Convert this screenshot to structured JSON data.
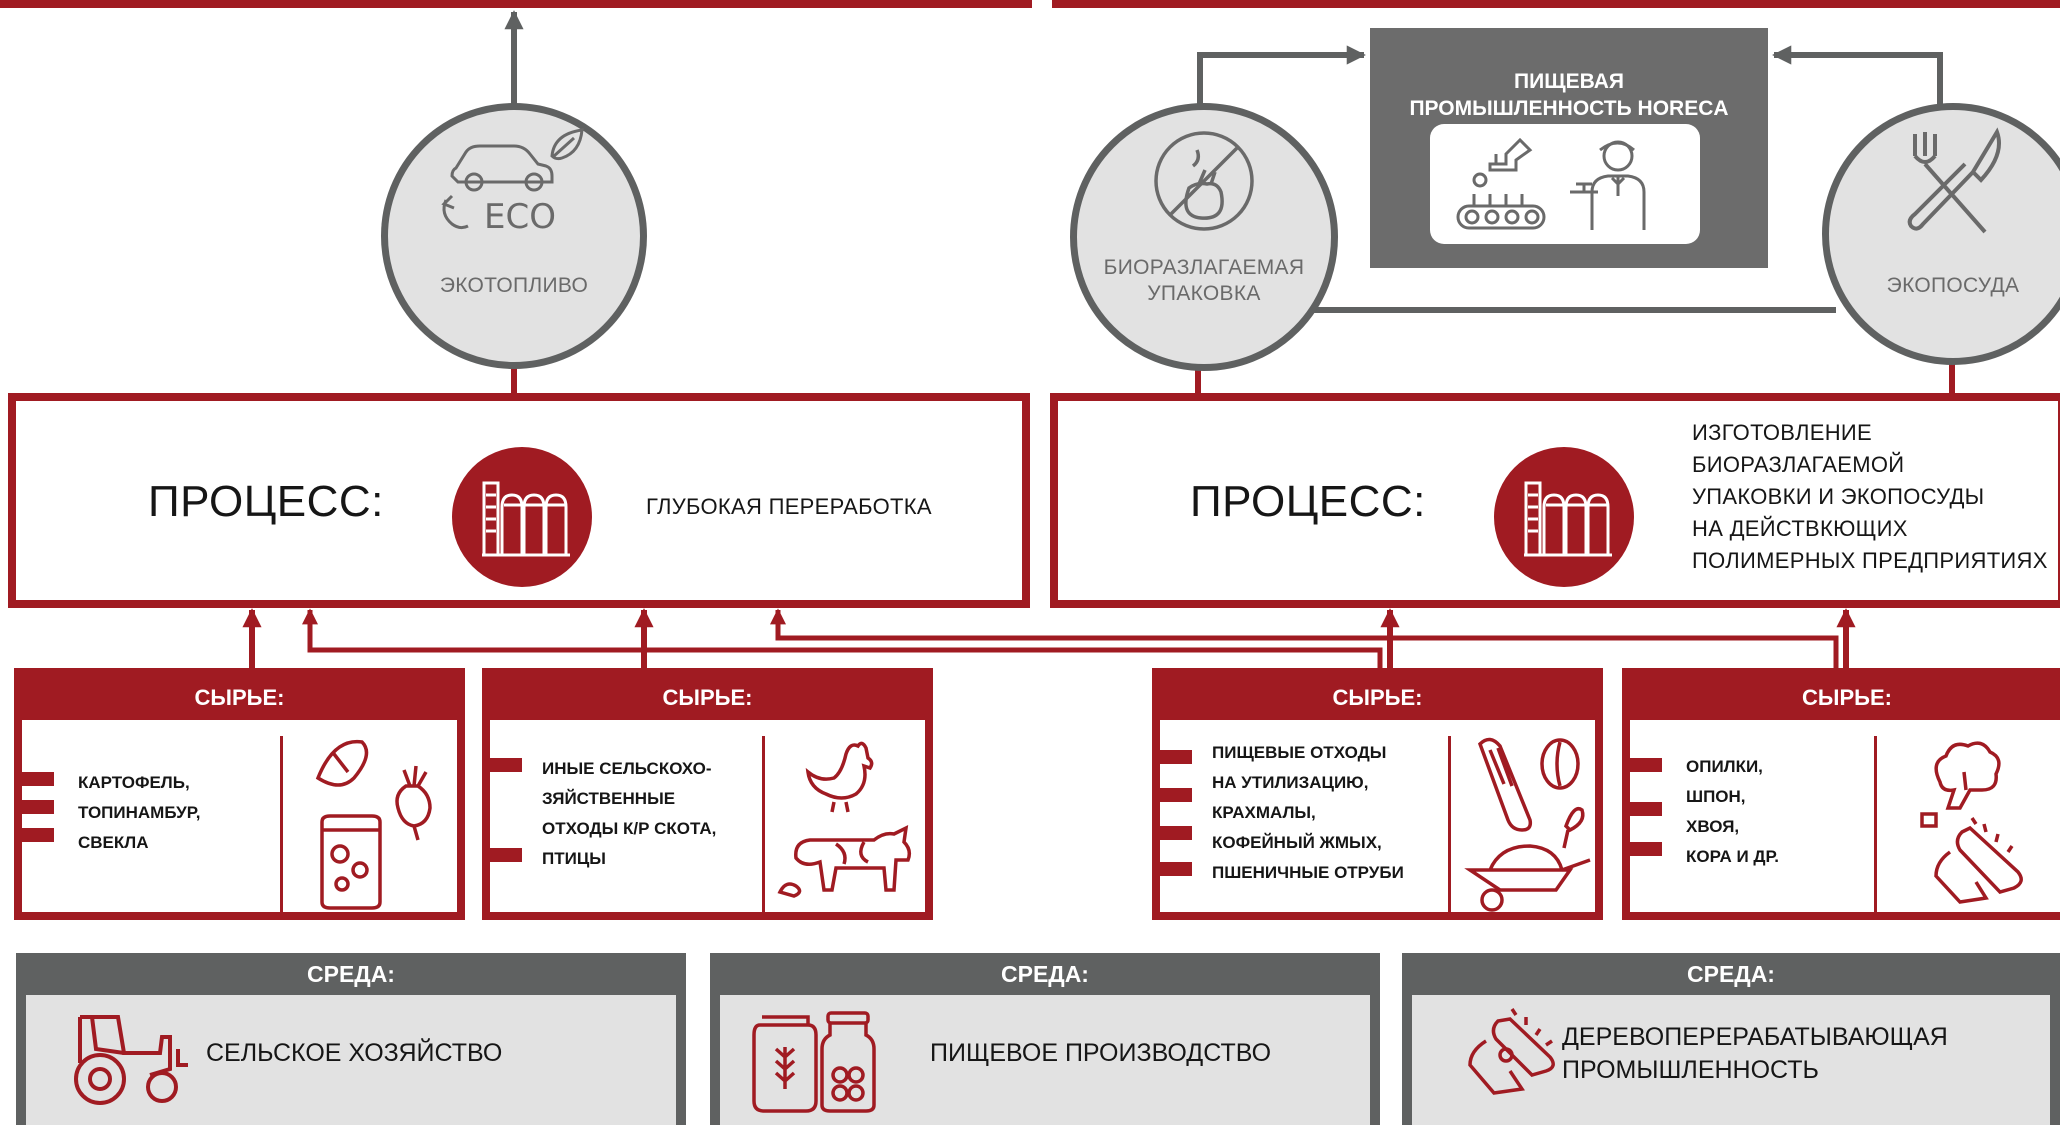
{
  "colors": {
    "accent_red": "#a01b22",
    "dark_grey": "#5f6161",
    "light_grey": "#e2e2e2",
    "industry_grey": "#6c6c6c"
  },
  "outputs": {
    "ecofuel": {
      "label": "ЭКОТОПЛИВО",
      "icon_text": "ECO",
      "icon": "eco-car-icon"
    },
    "packaging": {
      "label_lines": [
        "БИОРАЗЛАГАЕМАЯ",
        "УПАКОВКА"
      ],
      "icon": "no-plastic-bag-icon"
    },
    "tableware": {
      "label": "ЭКОПОСУДА",
      "icon": "fork-knife-icon"
    },
    "industry": {
      "title_lines": [
        "ПИЩЕВАЯ",
        "ПРОМЫШЛЕННОСТЬ HORECA"
      ],
      "icon": "food-industry-waiter-icon"
    }
  },
  "processes": [
    {
      "title": "ПРОЦЕСС:",
      "desc_lines": [
        "ГЛУБОКАЯ ПЕРЕРАБОТКА"
      ],
      "icon": "factory-icon"
    },
    {
      "title": "ПРОЦЕСС:",
      "desc_lines": [
        "ИЗГОТОВЛЕНИЕ",
        "БИОРАЗЛАГАЕМОЙ",
        "УПАКОВКИ И ЭКОПОСУДЫ",
        "НА ДЕЙСТВКЮЩИХ",
        "ПОЛИМЕРНЫХ ПРЕДПРИЯТИЯХ"
      ],
      "icon": "factory-icon"
    }
  ],
  "raw_materials": [
    {
      "header": "СЫРЬЕ:",
      "lines": [
        "КАРТОФЕЛЬ,",
        "ТОПИНАМБУР,",
        "СВЕКЛА"
      ],
      "icon": "vegetables-icon"
    },
    {
      "header": "СЫРЬЕ:",
      "lines": [
        "ИНЫЕ СЕЛЬСКОХО-",
        "ЗЯЙСТВЕННЫЕ",
        "ОТХОДЫ К/Р СКОТА,",
        "ПТИЦЫ"
      ],
      "icon": "livestock-icon"
    },
    {
      "header": "СЫРЬЕ:",
      "lines": [
        "ПИЩЕВЫЕ ОТХОДЫ",
        "НА УТИЛИЗАЦИЮ,",
        "КРАХМАЛЫ,",
        "КОФЕЙНЫЙ ЖМЫХ,",
        "ПШЕНИЧНЫЕ ОТРУБИ"
      ],
      "icon": "food-waste-icon"
    },
    {
      "header": "СЫРЬЕ:",
      "lines": [
        "ОПИЛКИ,",
        "ШПОН,",
        "ХВОЯ,",
        "КОРА И ДР."
      ],
      "icon": "wood-chainsaw-icon"
    }
  ],
  "environments": [
    {
      "header": "СРЕДА:",
      "lines": [
        "СЕЛЬСКОЕ ХОЗЯЙСТВО"
      ],
      "icon": "tractor-icon"
    },
    {
      "header": "СРЕДА:",
      "lines": [
        "ПИЩЕВОЕ ПРОИЗВОДСТВО"
      ],
      "icon": "food-jars-icon"
    },
    {
      "header": "СРЕДА:",
      "lines": [
        "ДЕРЕВОПЕРЕРАБАТЫВАЮЩАЯ",
        "ПРОМЫШЛЕННОСТЬ"
      ],
      "icon": "chainsaw-icon"
    }
  ]
}
